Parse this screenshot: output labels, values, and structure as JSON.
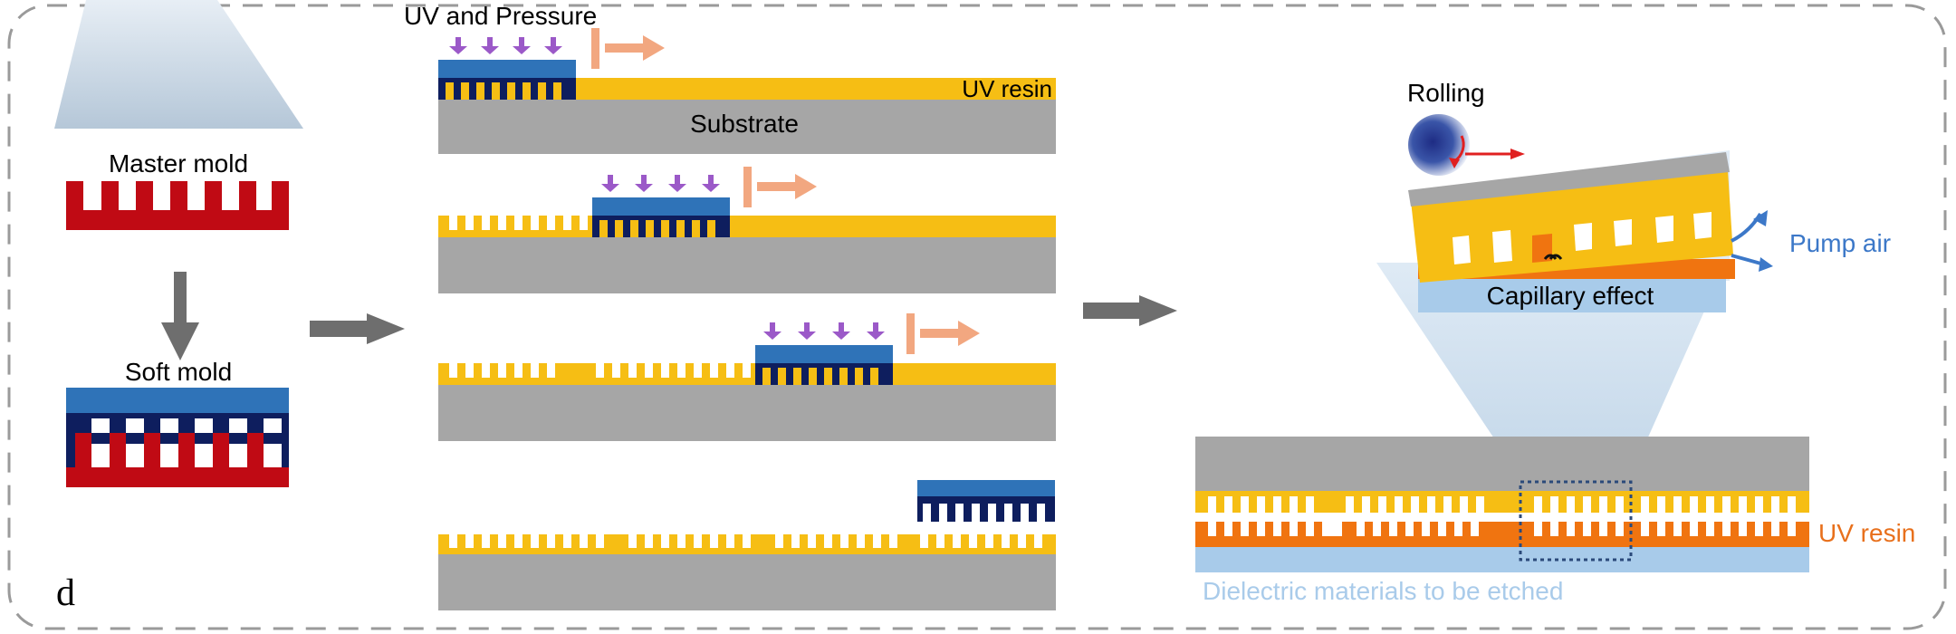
{
  "figure": {
    "panel_label": "d",
    "master_mold_label": "Master mold",
    "soft_mold_label": "Soft mold",
    "uv_pressure_label": "UV and Pressure",
    "uv_resin_top_label": "UV resin",
    "substrate_label": "Substrate",
    "rolling_label": "Rolling",
    "pump_air_label": "Pump air",
    "capillary_label": "Capillary effect",
    "uv_resin_bottom_label": "UV resin",
    "dielectric_label": "Dielectric materials to be etched"
  },
  "colors": {
    "resin_yellow": "#F6BE14",
    "substrate_gray": "#A6A6A6",
    "soft_mold_blue": "#2F73B8",
    "soft_mold_navy": "#0E1E5E",
    "master_red": "#C00A14",
    "uv_arrow_purple": "#9B59C8",
    "motion_arrow_peach": "#F2A780",
    "flow_arrow_gray": "#6E6E6E",
    "resin_orange": "#F07410",
    "dielectric_blue": "#A8CBEA",
    "pump_air_blue": "#3C78C8",
    "rolling_red": "#E02020",
    "border_gray": "#9A9A9A",
    "dielectric_text": "#A9CBEA",
    "uv_resin_bottom_text": "#E8701C"
  }
}
